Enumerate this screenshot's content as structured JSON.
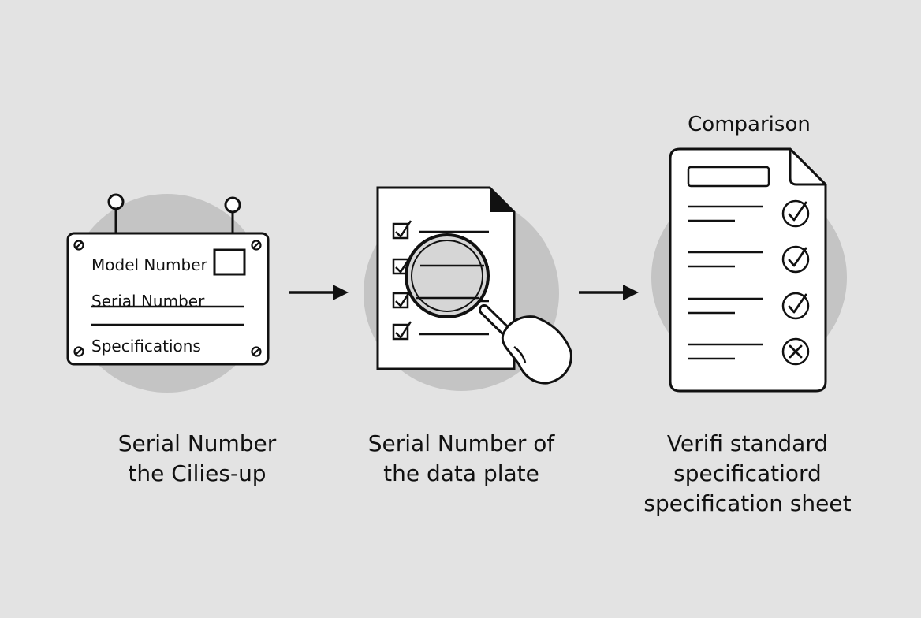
{
  "steps": [
    {
      "plate": {
        "model_label": "Model Number",
        "serial_label": "Serial Number",
        "spec_label": "Specifications"
      },
      "caption": [
        "Serial Number",
        "the Cilies-up"
      ]
    },
    {
      "caption": [
        "Serial Number of",
        "the data plate"
      ]
    },
    {
      "heading": "Comparison",
      "checklist": [
        "check",
        "check",
        "check",
        "cross"
      ],
      "caption": [
        "Verifi standard",
        "specificatiord",
        "specification sheet"
      ]
    }
  ],
  "colors": {
    "background": "#e3e3e3",
    "halo": "#c4c4c4",
    "ink": "#111111",
    "paper": "#ffffff"
  }
}
